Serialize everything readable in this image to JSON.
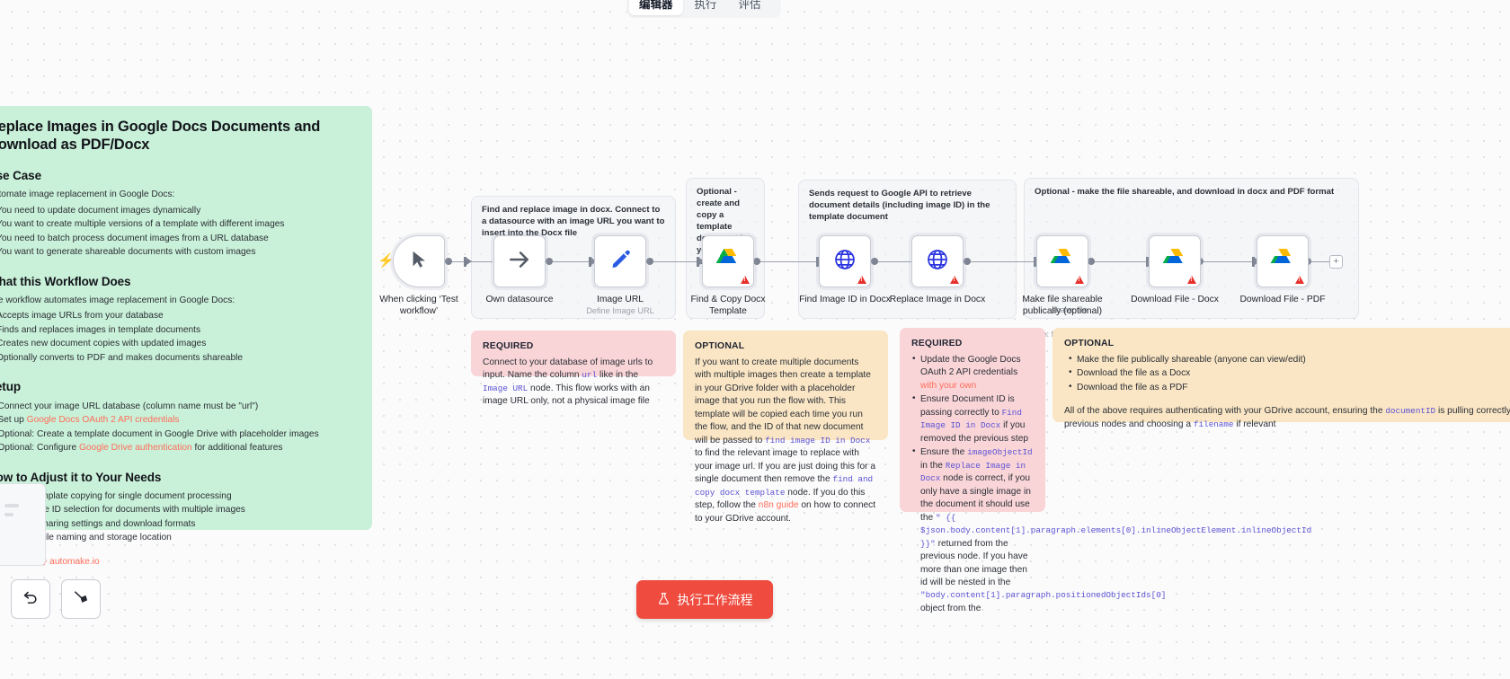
{
  "topbar": {
    "tabs": [
      {
        "label": "编辑器",
        "active": true
      },
      {
        "label": "执行",
        "active": false
      },
      {
        "label": "评估",
        "active": false
      }
    ]
  },
  "execute_button": {
    "label": "执行工作流程",
    "icon": "flask-icon",
    "color": "#ef4b3f"
  },
  "controls": [
    {
      "name": "undo-button",
      "icon": "undo-icon",
      "glyph": "↺"
    },
    {
      "name": "tidy-up-button",
      "icon": "broom-icon",
      "glyph": "🧹"
    }
  ],
  "notes": {
    "overview": {
      "color": "#c9f0d8",
      "title": "Replace Images in Google Docs Documents and Download as PDF/Docx",
      "use_case_heading": "Use Case",
      "use_case_intro": "Automate image replacement in Google Docs:",
      "use_case_items": [
        "You need to update document images dynamically",
        "You want to create multiple versions of a template with different images",
        "You need to batch process document images from a URL database",
        "You want to generate shareable documents with custom images"
      ],
      "does_heading": "What this Workflow Does",
      "does_intro": "The workflow automates image replacement in Google Docs:",
      "does_items": [
        "Accepts image URLs from your database",
        "Finds and replaces images in template documents",
        "Creates new document copies with updated images",
        "Optionally converts to PDF and makes documents shareable"
      ],
      "setup_heading": "Setup",
      "setup_items": [
        {
          "text_before": "Connect your image URL database (column name must be \"url\")",
          "link": "",
          "text_after": ""
        },
        {
          "text_before": "Set up ",
          "link": "Google Docs OAuth 2 API credentials",
          "text_after": ""
        },
        {
          "text_before": "Optional: Create a template document in Google Drive with placeholder images",
          "link": "",
          "text_after": ""
        },
        {
          "text_before": "Optional: Configure ",
          "link": "Google Drive authentication",
          "text_after": " for additional features"
        }
      ],
      "adjust_heading": "How to Adjust it to Your Needs",
      "adjust_items": [
        "Remove template copying for single document processing",
        "Adjust image ID selection for documents with multiple images",
        "Configure sharing settings and download formats",
        "Customize file naming and storage location"
      ],
      "credit": "@ automake.io"
    },
    "required_datasource": {
      "color": "#f9d5d8",
      "label": "REQUIRED",
      "parts": [
        {
          "t": "Connect to your database of image urls to input. Name the column ",
          "k": "plain"
        },
        {
          "t": "url",
          "k": "code"
        },
        {
          "t": " like in the ",
          "k": "plain"
        },
        {
          "t": "Image URL",
          "k": "code"
        },
        {
          "t": " node. This flow works with an image URL only, not a physical image file",
          "k": "plain"
        }
      ]
    },
    "optional_template": {
      "color": "#fae6c4",
      "label": "OPTIONAL",
      "parts": [
        {
          "t": "If you want to create multiple documents with multiple images then create a template in your GDrive folder with a placeholder image that you run the flow with. This template will be copied each time you run the flow, and the ID of that new document will be passed to ",
          "k": "plain"
        },
        {
          "t": "find image ID in Docx",
          "k": "code"
        },
        {
          "t": " to find the relevant image to replace with your image url. If you are just doing this for a single document then remove the ",
          "k": "plain"
        },
        {
          "t": "find and copy docx template",
          "k": "code"
        },
        {
          "t": " node. If you do this step, follow the ",
          "k": "plain"
        },
        {
          "t": "n8n guide",
          "k": "link"
        },
        {
          "t": " on how to connect to your GDrive account.",
          "k": "plain"
        }
      ]
    },
    "required_credentials": {
      "color": "#f9d5d8",
      "label": "REQUIRED",
      "bullets": [
        [
          {
            "t": "Update the Google Docs OAuth 2 API credentials ",
            "k": "plain"
          },
          {
            "t": "with your own",
            "k": "link"
          }
        ],
        [
          {
            "t": "Ensure Document ID is passing correctly to ",
            "k": "plain"
          },
          {
            "t": "Find Image ID in Docx",
            "k": "code"
          },
          {
            "t": " if you removed the previous step",
            "k": "plain"
          }
        ],
        [
          {
            "t": "Ensure the ",
            "k": "plain"
          },
          {
            "t": "imageObjectId",
            "k": "code"
          },
          {
            "t": " in the ",
            "k": "plain"
          },
          {
            "t": "Replace Image in Docx",
            "k": "code"
          },
          {
            "t": " node is correct, if you only have a single image in the document it should use the ",
            "k": "plain"
          },
          {
            "t": "\" {{ $json.body.content[1].paragraph.elements[0].inlineObjectElement.inlineObjectId }}\"",
            "k": "code"
          },
          {
            "t": " returned from the previous node. If you have more than one image then id will be nested in the ",
            "k": "plain"
          },
          {
            "t": "\"body.content[1].paragraph.positionedObjectIds[0]",
            "k": "code"
          },
          {
            "t": " object from the",
            "k": "plain"
          }
        ]
      ]
    },
    "optional_share": {
      "color": "#fae6c4",
      "label": "OPTIONAL",
      "bullets": [
        "Make the file publically shareable (anyone can view/edit)",
        "Download the file as a Docx",
        "Download the file as a PDF"
      ],
      "footer_parts": [
        {
          "t": "All of the above requires authenticating with your GDrive account, ensuring the ",
          "k": "plain"
        },
        {
          "t": "documentID",
          "k": "code"
        },
        {
          "t": " is pulling correctly from previous nodes and choosing a ",
          "k": "plain"
        },
        {
          "t": "filename",
          "k": "code"
        },
        {
          "t": " if relevant",
          "k": "plain"
        }
      ]
    }
  },
  "groups": [
    {
      "name": "group-find-replace",
      "caption": "Find and replace image in docx. Connect to a datasource with an image URL you want to insert into the Docx file"
    },
    {
      "name": "group-copy-template",
      "caption": "Optional - create and copy a template document in your GDrive folder"
    },
    {
      "name": "group-api-request",
      "caption": "Sends request to Google API to retrieve document details (including image ID) in the template document"
    },
    {
      "name": "group-share-download",
      "caption": "Optional - make the file shareable, and download in docx and PDF format"
    }
  ],
  "nodes": [
    {
      "name": "node-when-clicking-test-workflow",
      "label": "When clicking ‘Test workflow’",
      "sublabel": "",
      "icon": "cursor-icon",
      "warning": false
    },
    {
      "name": "node-own-datasource",
      "label": "Own datasource",
      "sublabel": "",
      "icon": "arrow-right-icon",
      "warning": false
    },
    {
      "name": "node-image-url",
      "label": "Image URL",
      "sublabel": "Define Image URL",
      "icon": "pencil-icon",
      "warning": false
    },
    {
      "name": "node-find-copy-docx-template",
      "label": "Find & Copy Docx Template",
      "sublabel": "",
      "icon": "google-drive-icon",
      "warning": true
    },
    {
      "name": "node-find-image-id-in-docx",
      "label": "Find Image ID in Docx",
      "sublabel": "",
      "icon": "globe-icon",
      "warning": true
    },
    {
      "name": "node-replace-image-in-docx",
      "label": "Replace Image in Docx",
      "sublabel": "",
      "icon": "globe-icon",
      "warning": true
    },
    {
      "name": "node-make-file-shareable",
      "label": "Make file shareable publically (optional)",
      "sublabel": "",
      "icon": "google-drive-icon",
      "warning": true
    },
    {
      "name": "node-download-file-docx",
      "label": "Download File - Docx",
      "sublabel": "",
      "icon": "google-drive-icon",
      "warning": true
    },
    {
      "name": "node-download-file-pdf",
      "label": "Download File - PDF",
      "sublabel": "",
      "icon": "google-drive-icon",
      "warning": true
    }
  ],
  "group_share_subcaption": "share: file",
  "add_node_button": "+"
}
